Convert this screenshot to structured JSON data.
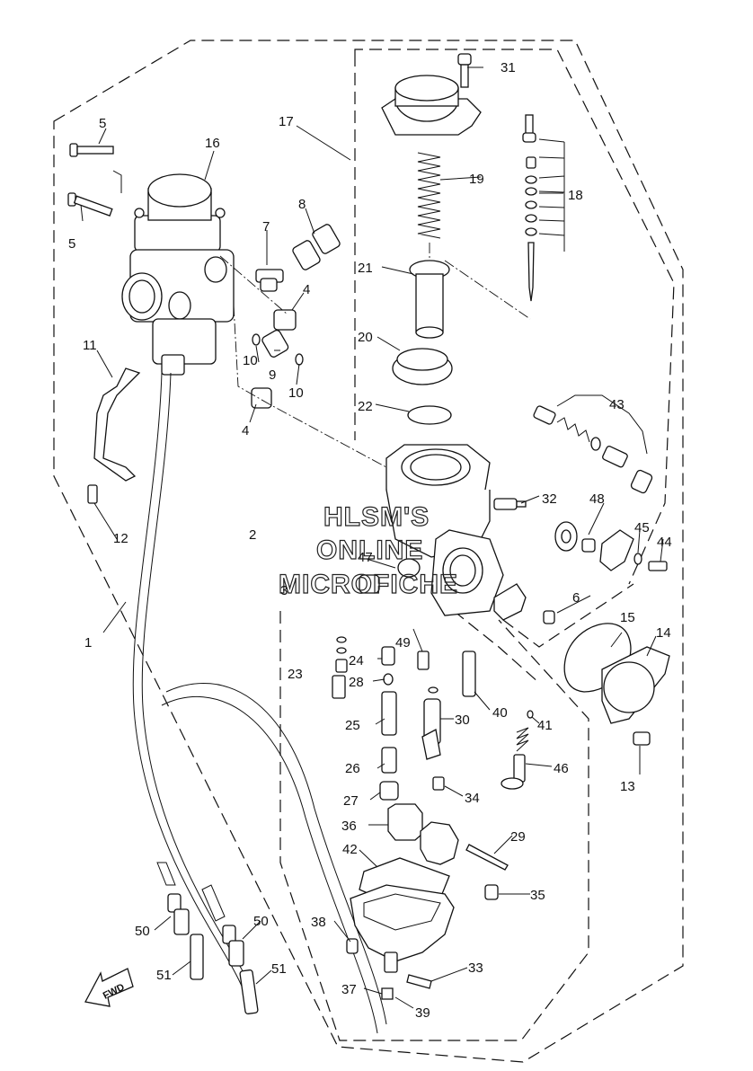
{
  "diagram": {
    "callouts": [
      "1",
      "2",
      "3",
      "4",
      "5",
      "6",
      "7",
      "8",
      "9",
      "10",
      "11",
      "12",
      "13",
      "14",
      "15",
      "16",
      "17",
      "18",
      "19",
      "20",
      "21",
      "22",
      "23",
      "24",
      "25",
      "26",
      "27",
      "28",
      "29",
      "30",
      "31",
      "32",
      "33",
      "34",
      "35",
      "36",
      "37",
      "38",
      "39",
      "40",
      "41",
      "42",
      "43",
      "44",
      "45",
      "46",
      "47",
      "48",
      "49",
      "50",
      "51"
    ],
    "fwd_label": "FWD",
    "watermark": [
      "HLSM'S",
      "ONLINE",
      "MICROFICHE"
    ]
  }
}
